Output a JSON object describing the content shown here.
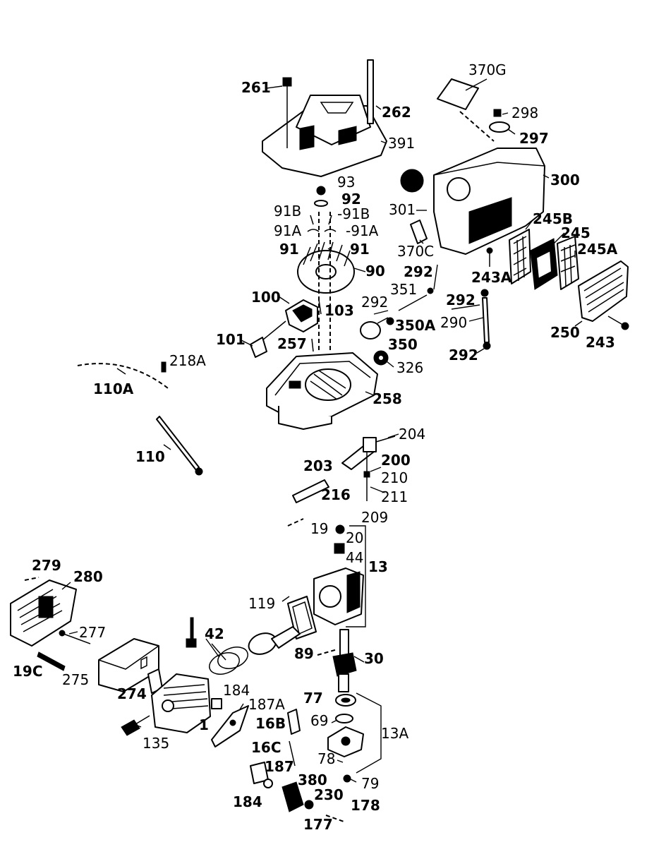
{
  "labels": {
    "l261": "261",
    "l262": "262",
    "l391": "391",
    "l370G": "370G",
    "l298": "298",
    "l297": "297",
    "l300": "300",
    "l93": "93",
    "l92": "92",
    "l91B_a": "91B",
    "l91B_b": "-91B",
    "l91A_a": "91A",
    "l91A_b": "-91A",
    "l91_a": "91",
    "l91_b": "91",
    "l90": "90",
    "l301": "301",
    "l370C": "370C",
    "l292_a": "292",
    "l351": "351",
    "l245B": "245B",
    "l245": "245",
    "l245A": "245A",
    "l243A": "243A",
    "l292_b": "292",
    "l292_c": "292",
    "l100": "100",
    "l103": "103",
    "l350A": "350A",
    "l290": "290",
    "l250": "250",
    "l243": "243",
    "l101": "101",
    "l257": "257",
    "l350": "350",
    "l326": "326",
    "l292_d": "292",
    "l218A": "218A",
    "l110A": "110A",
    "l258": "258",
    "l110": "110",
    "l204": "204",
    "l200": "200",
    "l203": "203",
    "l210": "210",
    "l216": "216",
    "l211": "211",
    "l209": "209",
    "l19": "19",
    "l20": "20",
    "l44": "44",
    "l13": "13",
    "l279": "279",
    "l280": "280",
    "l119": "119",
    "l277": "277",
    "l42": "42",
    "l89": "89",
    "l30": "30",
    "l19C": "19C",
    "l275": "275",
    "l274": "274",
    "l184_a": "184",
    "l187A": "187A",
    "l77": "77",
    "l16B": "16B",
    "l69": "69",
    "l13A": "13A",
    "l135": "135",
    "l1": "1",
    "l16C": "16C",
    "l78": "78",
    "l187": "187",
    "l79": "79",
    "l380": "380",
    "l184_b": "184",
    "l230": "230",
    "l178": "178",
    "l177": "177"
  }
}
